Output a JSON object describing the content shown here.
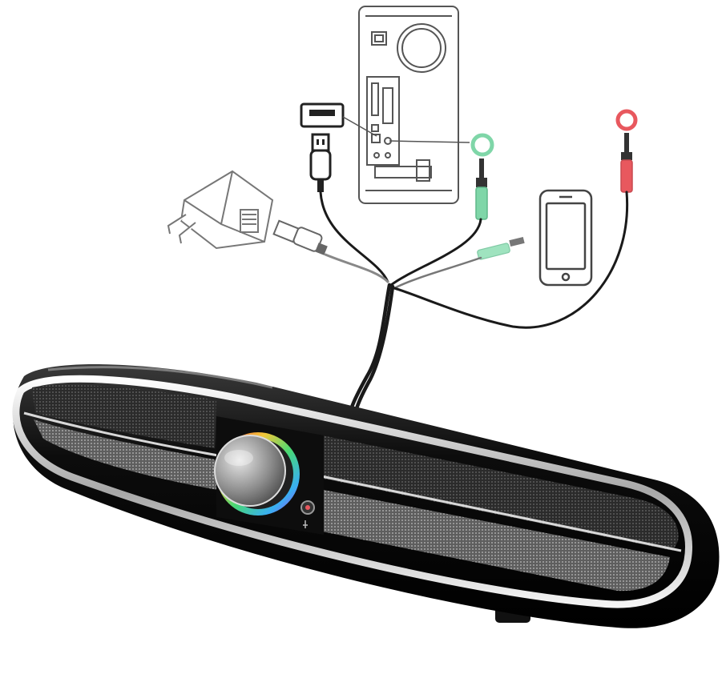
{
  "diagram": {
    "components": [
      {
        "id": "pc-tower",
        "icon": "computer-tower-icon"
      },
      {
        "id": "usb-port",
        "icon": "usb-port-icon"
      },
      {
        "id": "usb-plug",
        "icon": "usb-plug-icon"
      },
      {
        "id": "power-adapter",
        "icon": "power-adapter-icon"
      },
      {
        "id": "smartphone",
        "icon": "smartphone-icon"
      },
      {
        "id": "green-audio-jack",
        "icon": "audio-out-ring-icon"
      },
      {
        "id": "red-mic-jack",
        "icon": "mic-in-ring-icon"
      },
      {
        "id": "soundbar",
        "icon": "soundbar-speaker"
      }
    ],
    "colors": {
      "line_art": "#555555",
      "cable": "#1a1a1a",
      "audio_green": "#7fd6a8",
      "mic_red": "#e8585e",
      "speaker_body": "#111111",
      "chrome_trim": "#d8d8d8",
      "mesh": "#8a8a8a",
      "knob": "#9a9a9a"
    }
  }
}
